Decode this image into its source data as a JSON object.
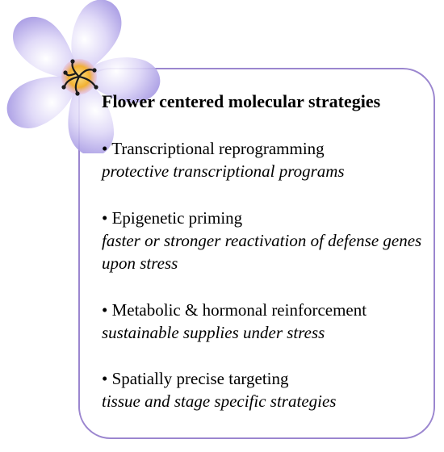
{
  "title": "Flower centered molecular strategies",
  "bullet": "•",
  "items": [
    {
      "head": "Transcriptional reprogramming",
      "sub": "protective transcriptional programs"
    },
    {
      "head": "Epigenetic priming",
      "sub": "faster or stronger reactivation of defense genes upon stress"
    },
    {
      "head": "Metabolic & hormonal reinforcement",
      "sub": "sustainable supplies under stress"
    },
    {
      "head": "Spatially precise targeting",
      "sub": "tissue and stage specific strategies"
    }
  ],
  "colors": {
    "border": "#9b86cf",
    "petal": "#a99be6",
    "petal_light": "#ddd6f7",
    "center": "#f2b132"
  },
  "icons": [
    "flower-icon"
  ]
}
